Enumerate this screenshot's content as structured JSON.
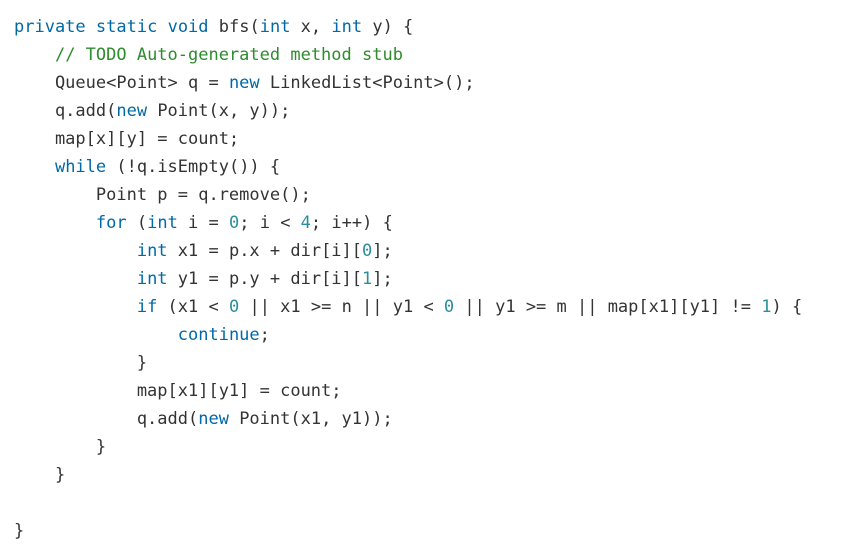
{
  "editor": {
    "language": "java",
    "colors": {
      "keyword": "#0069a6",
      "comment": "#2e8b2e",
      "number": "#2b8f9a",
      "text": "#333333",
      "background": "#ffffff"
    },
    "lines": [
      [
        {
          "t": "kw",
          "v": "private"
        },
        {
          "t": "plain",
          "v": " "
        },
        {
          "t": "kw",
          "v": "static"
        },
        {
          "t": "plain",
          "v": " "
        },
        {
          "t": "kw",
          "v": "void"
        },
        {
          "t": "plain",
          "v": " bfs("
        },
        {
          "t": "kw",
          "v": "int"
        },
        {
          "t": "plain",
          "v": " x, "
        },
        {
          "t": "kw",
          "v": "int"
        },
        {
          "t": "plain",
          "v": " y) {"
        }
      ],
      [
        {
          "t": "plain",
          "v": "    "
        },
        {
          "t": "cm",
          "v": "// TODO Auto-generated method stub"
        }
      ],
      [
        {
          "t": "plain",
          "v": "    Queue<Point> q = "
        },
        {
          "t": "kw",
          "v": "new"
        },
        {
          "t": "plain",
          "v": " LinkedList<Point>();"
        }
      ],
      [
        {
          "t": "plain",
          "v": "    q.add("
        },
        {
          "t": "kw",
          "v": "new"
        },
        {
          "t": "plain",
          "v": " Point(x, y));"
        }
      ],
      [
        {
          "t": "plain",
          "v": "    map[x][y] = count;"
        }
      ],
      [
        {
          "t": "plain",
          "v": "    "
        },
        {
          "t": "kw",
          "v": "while"
        },
        {
          "t": "plain",
          "v": " (!q.isEmpty()) {"
        }
      ],
      [
        {
          "t": "plain",
          "v": "        Point p = q.remove();"
        }
      ],
      [
        {
          "t": "plain",
          "v": "        "
        },
        {
          "t": "kw",
          "v": "for"
        },
        {
          "t": "plain",
          "v": " ("
        },
        {
          "t": "kw",
          "v": "int"
        },
        {
          "t": "plain",
          "v": " i = "
        },
        {
          "t": "num",
          "v": "0"
        },
        {
          "t": "plain",
          "v": "; i < "
        },
        {
          "t": "num",
          "v": "4"
        },
        {
          "t": "plain",
          "v": "; i++) {"
        }
      ],
      [
        {
          "t": "plain",
          "v": "            "
        },
        {
          "t": "kw",
          "v": "int"
        },
        {
          "t": "plain",
          "v": " x1 = p.x + dir[i]["
        },
        {
          "t": "num",
          "v": "0"
        },
        {
          "t": "plain",
          "v": "];"
        }
      ],
      [
        {
          "t": "plain",
          "v": "            "
        },
        {
          "t": "kw",
          "v": "int"
        },
        {
          "t": "plain",
          "v": " y1 = p.y + dir[i]["
        },
        {
          "t": "num",
          "v": "1"
        },
        {
          "t": "plain",
          "v": "];"
        }
      ],
      [
        {
          "t": "plain",
          "v": "            "
        },
        {
          "t": "kw",
          "v": "if"
        },
        {
          "t": "plain",
          "v": " (x1 < "
        },
        {
          "t": "num",
          "v": "0"
        },
        {
          "t": "plain",
          "v": " || x1 >= n || y1 < "
        },
        {
          "t": "num",
          "v": "0"
        },
        {
          "t": "plain",
          "v": " || y1 >= m || map[x1][y1] != "
        },
        {
          "t": "num",
          "v": "1"
        },
        {
          "t": "plain",
          "v": ") {"
        }
      ],
      [
        {
          "t": "plain",
          "v": "                "
        },
        {
          "t": "kw",
          "v": "continue"
        },
        {
          "t": "plain",
          "v": ";"
        }
      ],
      [
        {
          "t": "plain",
          "v": "            }"
        }
      ],
      [
        {
          "t": "plain",
          "v": "            map[x1][y1] = count;"
        }
      ],
      [
        {
          "t": "plain",
          "v": "            q.add("
        },
        {
          "t": "kw",
          "v": "new"
        },
        {
          "t": "plain",
          "v": " Point(x1, y1));"
        }
      ],
      [
        {
          "t": "plain",
          "v": "        }"
        }
      ],
      [
        {
          "t": "plain",
          "v": "    }"
        }
      ],
      [
        {
          "t": "plain",
          "v": ""
        }
      ],
      [
        {
          "t": "plain",
          "v": "}"
        }
      ]
    ]
  }
}
